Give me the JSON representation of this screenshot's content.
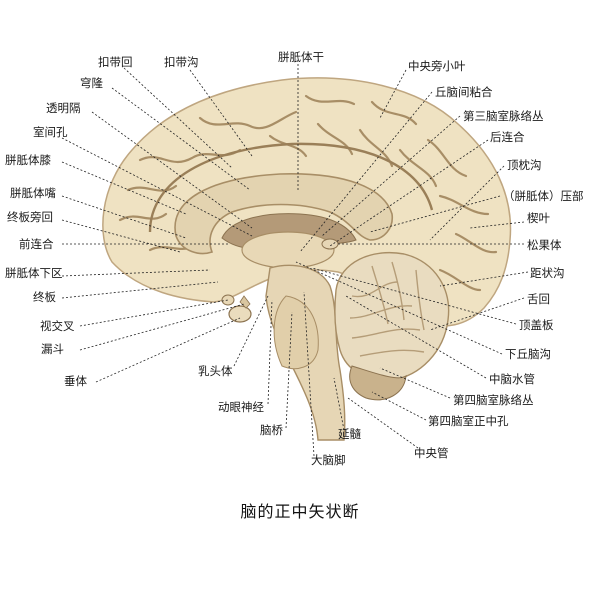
{
  "caption": "脑的正中矢状断",
  "colors": {
    "cortex": "#efe2c2",
    "cortex_shade": "#d9c6a0",
    "sulcus": "#a88e66",
    "ventricle": "#b49a78",
    "cerebellum": "#e9dcc0",
    "brainstem": "#e6d6b5",
    "line": "#222222"
  },
  "labels": {
    "cingulate_gyrus": "扣带回",
    "cingulate_sulcus": "扣带沟",
    "corpus_callosum_trunk": "胼胝体干",
    "paracentral_lobule": "中央旁小叶",
    "fornix": "穹隆",
    "interthalamic_adhesion": "丘脑间粘合",
    "septum_pellucidum": "透明隔",
    "choroid_plexus_3rd": "第三脑室脉络丛",
    "interventricular_foramen": "室间孔",
    "posterior_commissure": "后连合",
    "genu": "胼胝体膝",
    "parietooccipital_sulcus": "顶枕沟",
    "rostrum": "胼胝体嘴",
    "splenium": "（胼胝体）压部",
    "paraterminal_gyrus": "终板旁回",
    "cuneus": "楔叶",
    "anterior_commissure": "前连合",
    "pineal_body": "松果体",
    "subcallosal_area": "胼胝体下区",
    "calcarine_sulcus": "距状沟",
    "lamina_terminalis": "终板",
    "lingual_gyrus": "舌回",
    "optic_chiasm": "视交叉",
    "tectum": "顶盖板",
    "infundibulum": "漏斗",
    "hypothalamic_sulcus": "下丘脑沟",
    "hypophysis": "垂体",
    "mammillary_body": "乳头体",
    "cerebral_aqueduct": "中脑水管",
    "oculomotor_nerve": "动眼神经",
    "choroid_plexus_4th": "第四脑室脉络丛",
    "pons": "脑桥",
    "median_aperture": "第四脑室正中孔",
    "medulla": "延髓",
    "central_canal": "中央管",
    "cerebral_peduncle": "大脑脚"
  }
}
